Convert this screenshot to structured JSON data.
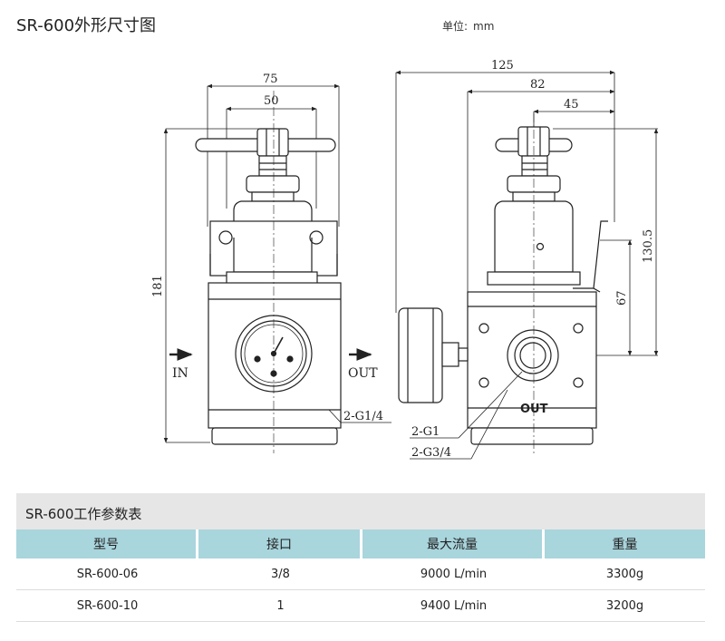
{
  "header": {
    "title": "SR-600外形尺寸图",
    "unit_label": "单位:",
    "unit_value": "mm"
  },
  "drawing": {
    "front": {
      "dim_width_outer": "75",
      "dim_width_inner": "50",
      "dim_height": "181",
      "in_label": "IN",
      "out_label": "OUT",
      "port_label": "2-G1/4"
    },
    "side": {
      "dim_width_total": "125",
      "dim_width_mid": "82",
      "dim_width_small": "45",
      "dim_height_upper": "130.5",
      "dim_height_lower": "67",
      "out_label": "OUT",
      "port_label_1": "2-G1",
      "port_label_2": "2-G3/4"
    }
  },
  "table": {
    "title": "SR-600工作参数表",
    "headers": [
      "型号",
      "接口",
      "最大流量",
      "重量"
    ],
    "rows": [
      [
        "SR-600-06",
        "3/8",
        "9000 L/min",
        "3300g"
      ],
      [
        "SR-600-10",
        "1",
        "9400 L/min",
        "3200g"
      ]
    ]
  }
}
